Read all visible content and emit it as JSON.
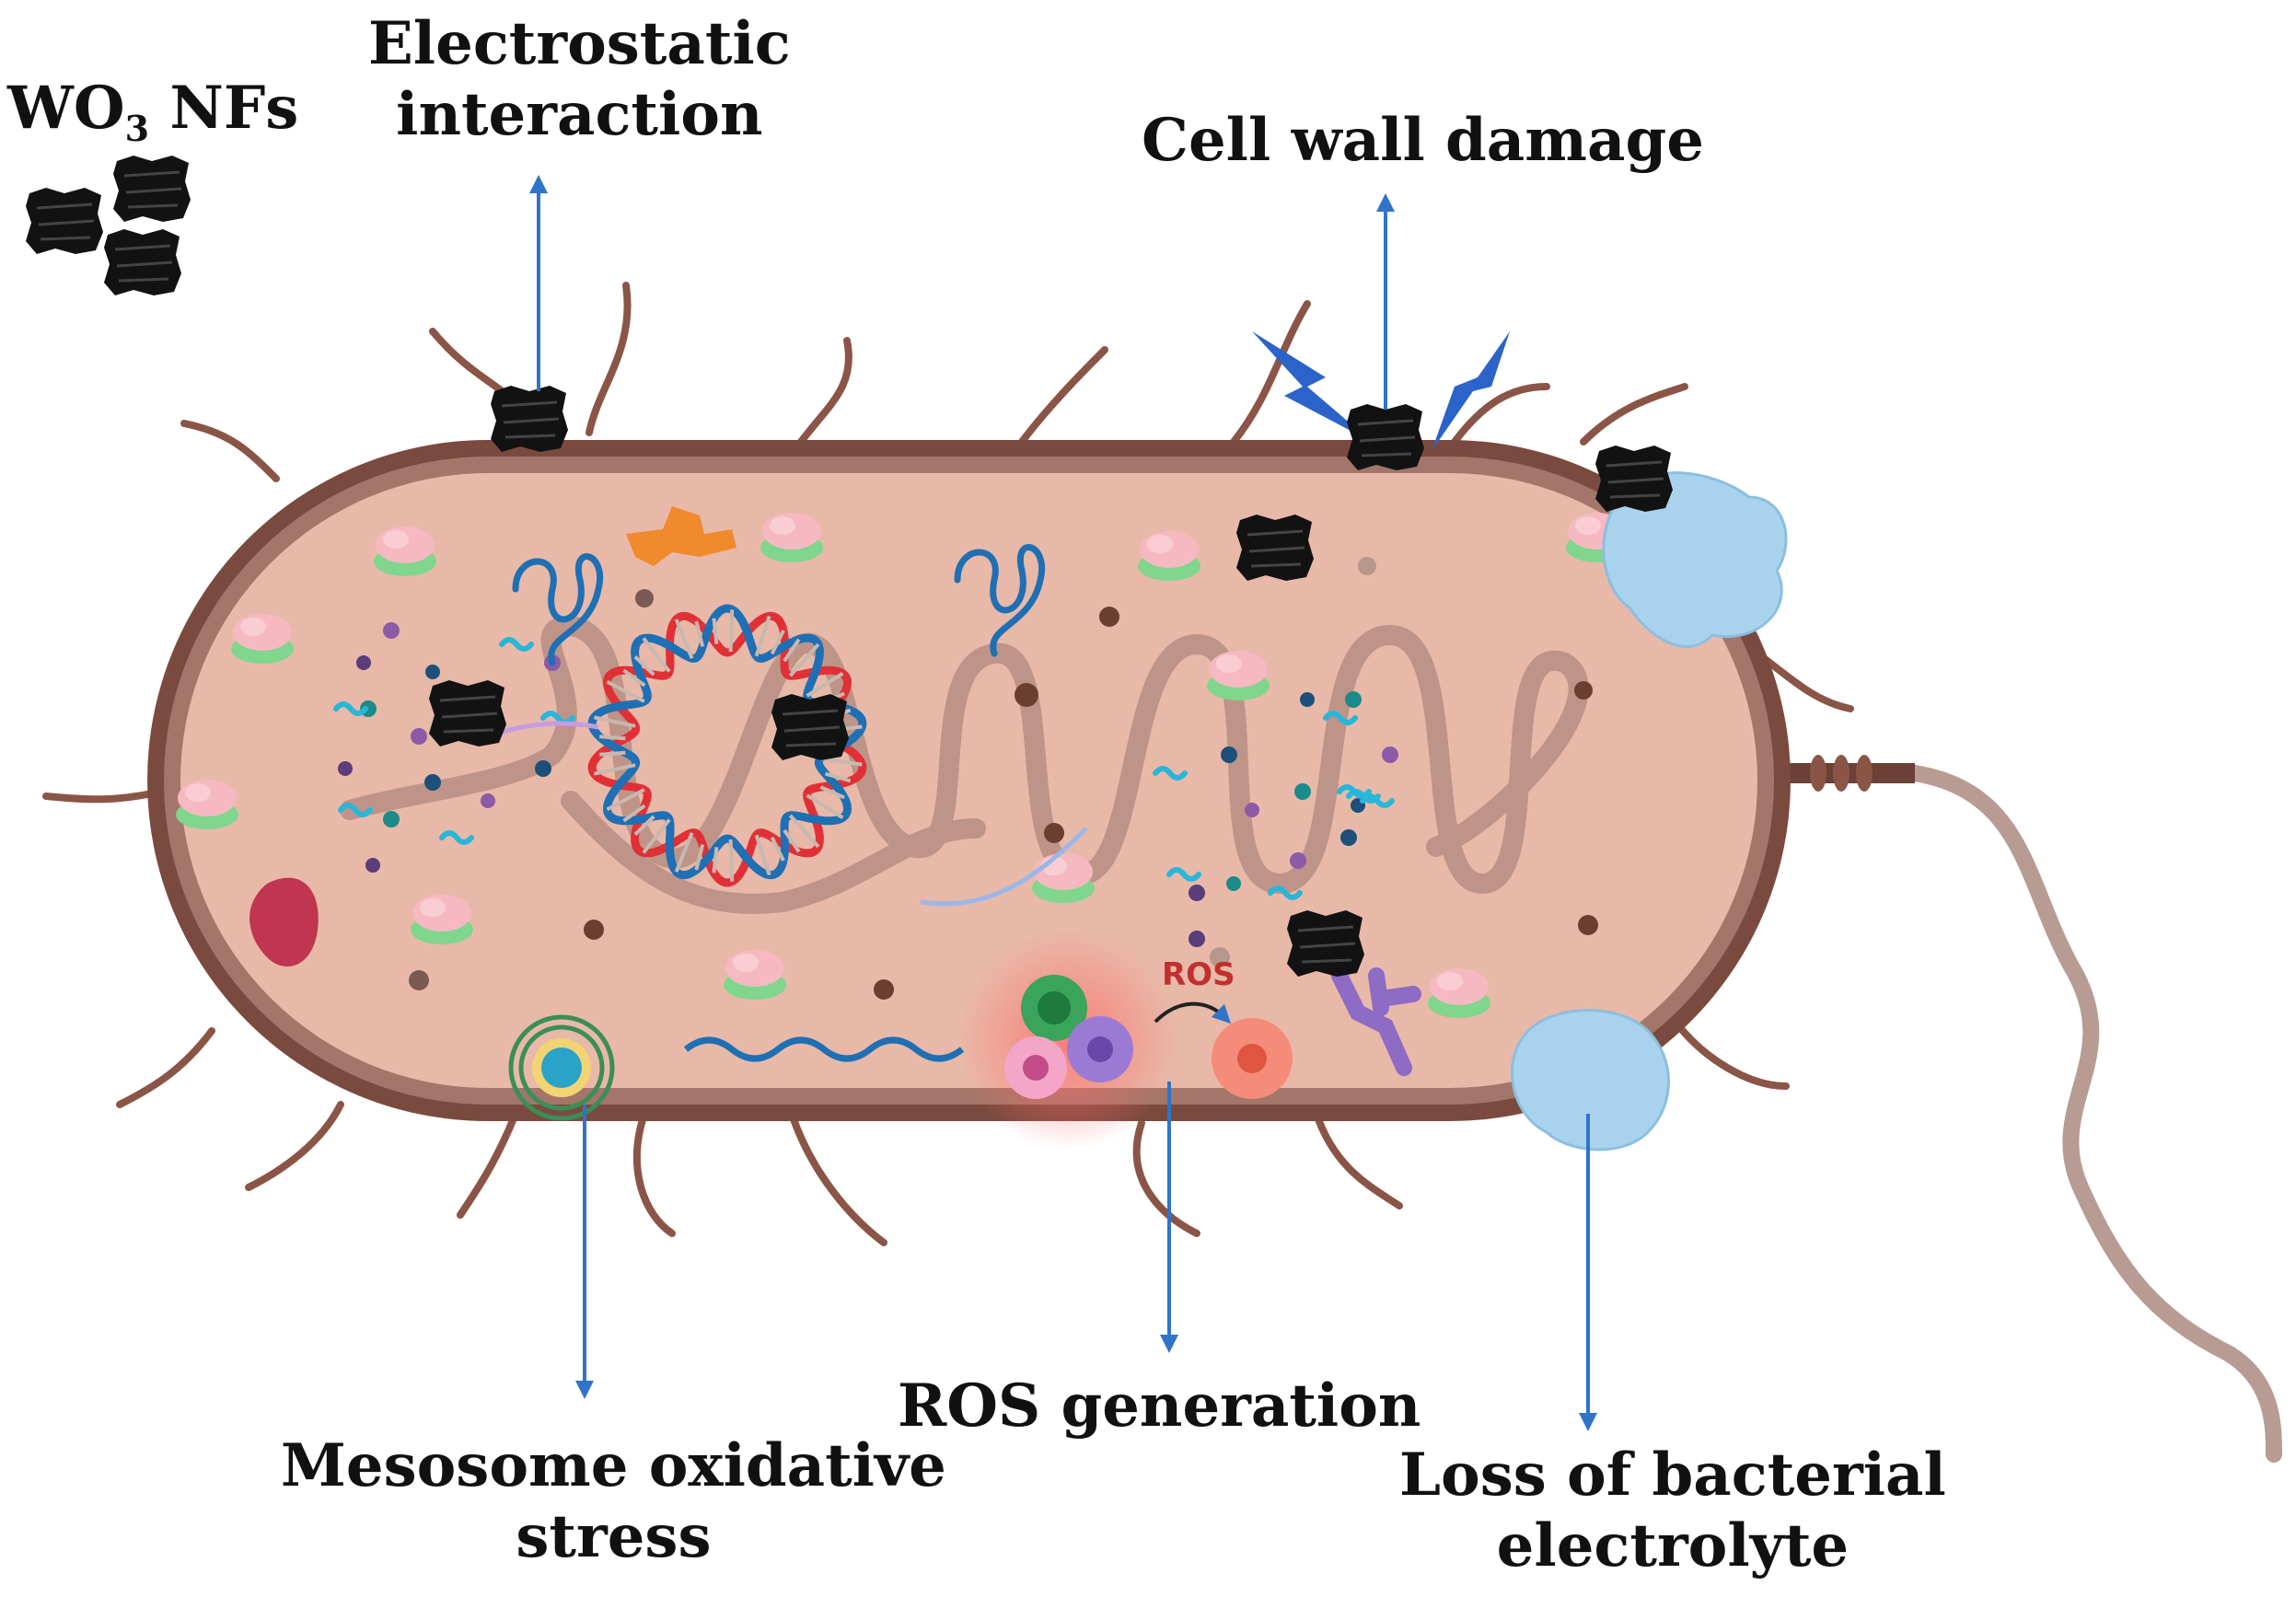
{
  "labels": {
    "wo3_main": "WO",
    "wo3_sub": "3",
    "wo3_suffix": " NFs",
    "electrostatic_line1": "Electrostatic",
    "electrostatic_line2": "interaction",
    "cell_wall": "Cell wall damage",
    "mesosome_line1": "Mesosome oxidative",
    "mesosome_line2": "stress",
    "ros_generation": "ROS generation",
    "loss_line1": "Loss of bacterial",
    "loss_line2": "electrolyte",
    "ros_tag": "ROS"
  },
  "colors": {
    "arrow": "#2f74c8",
    "cell_wall": "#7b4a3e",
    "cytoplasm": "#e8b9a8",
    "nanoflake": "#121212",
    "lightning": "#2b63c9",
    "electrolyte_blob": "#a9d3ec",
    "dna_red": "#e03036",
    "dna_blue": "#1f6fb4",
    "ros_text": "#c0302e"
  }
}
